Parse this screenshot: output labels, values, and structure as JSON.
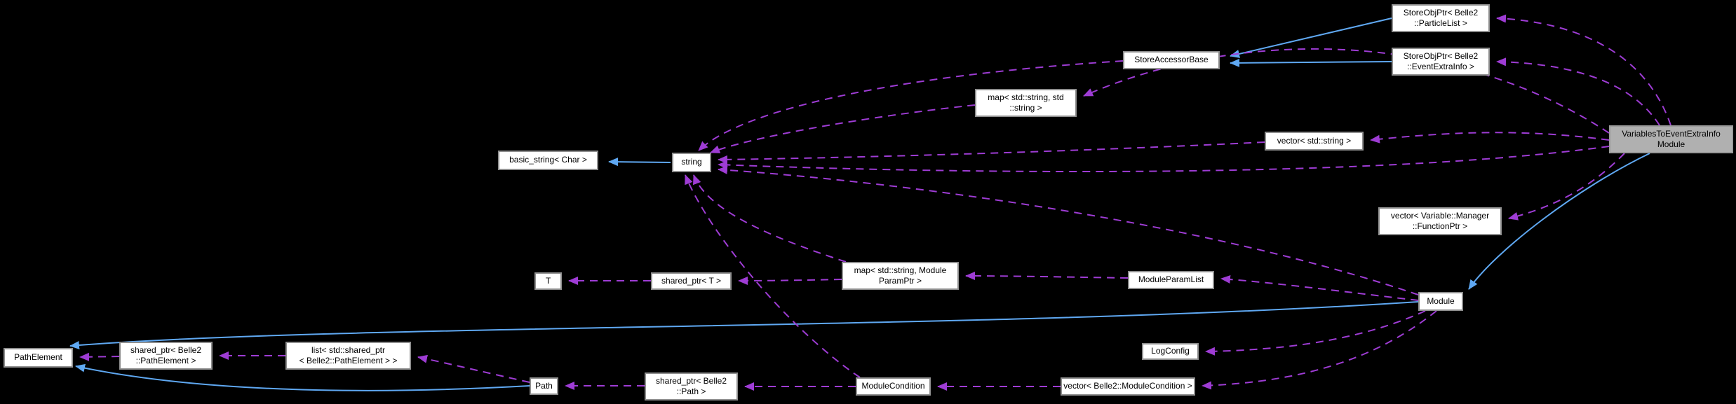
{
  "diagram": {
    "kind": "doxygen-collaboration-graph",
    "colors": {
      "background": "#000000",
      "node_fill": "#ffffff",
      "node_border": "#8f8f8f",
      "node_text": "#000000",
      "main_node_fill": "#b0b0b0",
      "inheritance_edge_color": "#5fa8f2",
      "usage_edge_color": "#9e3cd4"
    },
    "nodes": {
      "main": {
        "label": "VariablesToEventExtraInfo\nModule"
      },
      "storeobjptr_particlelist": {
        "label": "StoreObjPtr< Belle2\n::ParticleList >"
      },
      "storeobjptr_eventextrainfo": {
        "label": "StoreObjPtr< Belle2\n::EventExtraInfo >"
      },
      "storeaccessorbase": {
        "label": "StoreAccessorBase"
      },
      "map_string_string": {
        "label": "map< std::string, std\n::string >"
      },
      "vector_string": {
        "label": "vector< std::string >"
      },
      "basic_string_char": {
        "label": "basic_string< Char >"
      },
      "string": {
        "label": "string"
      },
      "vector_functionptr": {
        "label": "vector< Variable::Manager\n::FunctionPtr >"
      },
      "map_moduleparamptr": {
        "label": "map< std::string, Module\nParamPtr >"
      },
      "moduleparamlist": {
        "label": "ModuleParamList"
      },
      "t": {
        "label": "T"
      },
      "shared_ptr_t": {
        "label": "shared_ptr< T >"
      },
      "module": {
        "label": "Module"
      },
      "pathelement": {
        "label": "PathElement"
      },
      "shared_ptr_pathelement": {
        "label": "shared_ptr< Belle2\n::PathElement >"
      },
      "list_shared_ptr_pathelement": {
        "label": "list< std::shared_ptr\n< Belle2::PathElement > >"
      },
      "path": {
        "label": "Path"
      },
      "shared_ptr_path": {
        "label": "shared_ptr< Belle2\n::Path >"
      },
      "modulecondition": {
        "label": "ModuleCondition"
      },
      "vector_modulecondition": {
        "label": "vector< Belle2::ModuleCondition >"
      },
      "logconfig": {
        "label": "LogConfig"
      }
    },
    "edges": [
      {
        "from": "storeobjptr_particlelist",
        "to": "storeaccessorbase",
        "type": "inheritance"
      },
      {
        "from": "storeobjptr_eventextrainfo",
        "to": "storeaccessorbase",
        "type": "inheritance"
      },
      {
        "from": "string",
        "to": "basic_string_char",
        "type": "inheritance"
      },
      {
        "from": "main",
        "to": "module",
        "type": "inheritance"
      },
      {
        "from": "module",
        "to": "pathelement",
        "type": "inheritance"
      },
      {
        "from": "path",
        "to": "pathelement",
        "type": "inheritance"
      },
      {
        "from": "main",
        "to": "storeobjptr_particlelist",
        "type": "usage"
      },
      {
        "from": "main",
        "to": "storeobjptr_eventextrainfo",
        "type": "usage"
      },
      {
        "from": "main",
        "to": "map_string_string",
        "type": "usage"
      },
      {
        "from": "main",
        "to": "vector_string",
        "type": "usage"
      },
      {
        "from": "main",
        "to": "string",
        "type": "usage"
      },
      {
        "from": "main",
        "to": "vector_functionptr",
        "type": "usage"
      },
      {
        "from": "storeaccessorbase",
        "to": "string",
        "type": "usage"
      },
      {
        "from": "map_string_string",
        "to": "string",
        "type": "usage"
      },
      {
        "from": "vector_string",
        "to": "string",
        "type": "usage"
      },
      {
        "from": "module",
        "to": "string",
        "type": "usage"
      },
      {
        "from": "module",
        "to": "moduleparamlist",
        "type": "usage"
      },
      {
        "from": "module",
        "to": "logconfig",
        "type": "usage"
      },
      {
        "from": "module",
        "to": "vector_modulecondition",
        "type": "usage"
      },
      {
        "from": "moduleparamlist",
        "to": "map_moduleparamptr",
        "type": "usage"
      },
      {
        "from": "map_moduleparamptr",
        "to": "string",
        "type": "usage"
      },
      {
        "from": "map_moduleparamptr",
        "to": "shared_ptr_t",
        "type": "usage"
      },
      {
        "from": "shared_ptr_t",
        "to": "t",
        "type": "usage"
      },
      {
        "from": "vector_modulecondition",
        "to": "modulecondition",
        "type": "usage"
      },
      {
        "from": "modulecondition",
        "to": "shared_ptr_path",
        "type": "usage"
      },
      {
        "from": "modulecondition",
        "to": "string",
        "type": "usage"
      },
      {
        "from": "shared_ptr_path",
        "to": "path",
        "type": "usage"
      },
      {
        "from": "path",
        "to": "list_shared_ptr_pathelement",
        "type": "usage"
      },
      {
        "from": "list_shared_ptr_pathelement",
        "to": "shared_ptr_pathelement",
        "type": "usage"
      },
      {
        "from": "shared_ptr_pathelement",
        "to": "pathelement",
        "type": "usage"
      }
    ]
  }
}
